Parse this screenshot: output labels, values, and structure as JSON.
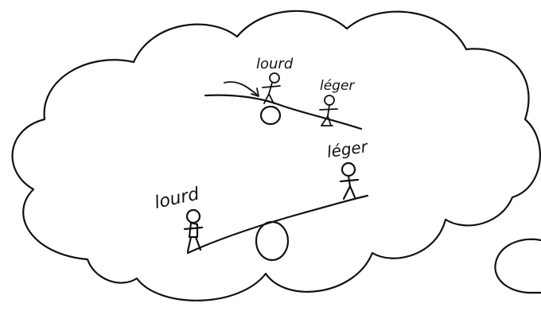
{
  "illustration": {
    "top_scene": {
      "heavy_label": "lourd",
      "light_label": "léger"
    },
    "bottom_scene": {
      "heavy_label": "lourd",
      "light_label": "léger"
    }
  },
  "colors": {
    "ink": "#111111",
    "background": "#ffffff"
  }
}
